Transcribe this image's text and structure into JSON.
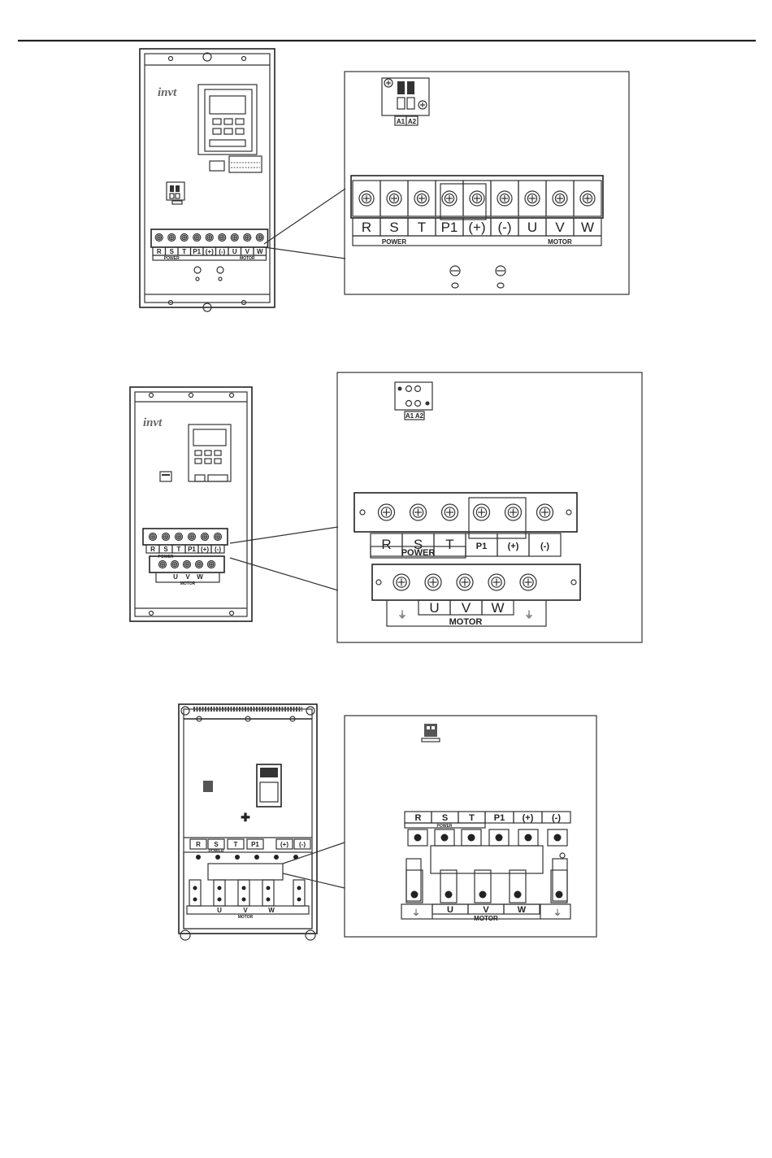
{
  "brand": "invt",
  "figure1": {
    "jumper": [
      "A1",
      "A2"
    ],
    "terminals": [
      "R",
      "S",
      "T",
      "P1",
      "(+)",
      "(-)",
      "U",
      "V",
      "W"
    ],
    "group_power": "POWER",
    "group_motor": "MOTOR"
  },
  "figure2": {
    "jumper": [
      "A1",
      "A2"
    ],
    "terminals_top": [
      "R",
      "S",
      "T",
      "P1",
      "(+)",
      "(-)"
    ],
    "group_power": "POWER",
    "terminals_bottom": [
      "U",
      "V",
      "W"
    ],
    "group_motor": "MOTOR"
  },
  "figure3": {
    "terminals_top": [
      "R",
      "S",
      "T",
      "P1",
      "(+)",
      "(-)"
    ],
    "group_power": "POWER",
    "terminals_bottom": [
      "U",
      "V",
      "W"
    ],
    "group_motor": "MOTOR"
  }
}
